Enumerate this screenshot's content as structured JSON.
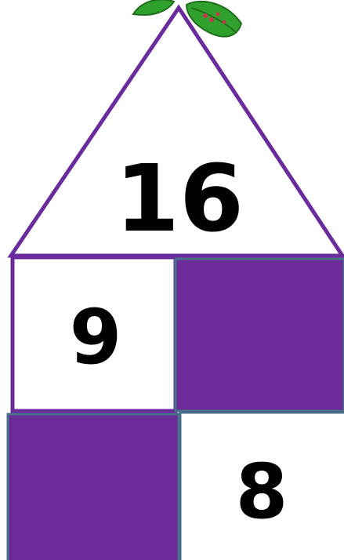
{
  "roof": {
    "value": "16"
  },
  "rows": [
    [
      {
        "value": "9",
        "filled": false
      },
      {
        "value": "",
        "filled": true
      }
    ],
    [
      {
        "value": "",
        "filled": true
      },
      {
        "value": "8",
        "filled": false
      }
    ]
  ],
  "colors": {
    "outline": "#6a2c9d",
    "fill": "#6b2c9a",
    "cell_border": "#4a6f8a",
    "leaf": "#2fa12c",
    "leaf_dark": "#1f6e1c",
    "berry": "#c4384a"
  },
  "decoration": {
    "icon": "leaf-sprig-icon"
  }
}
